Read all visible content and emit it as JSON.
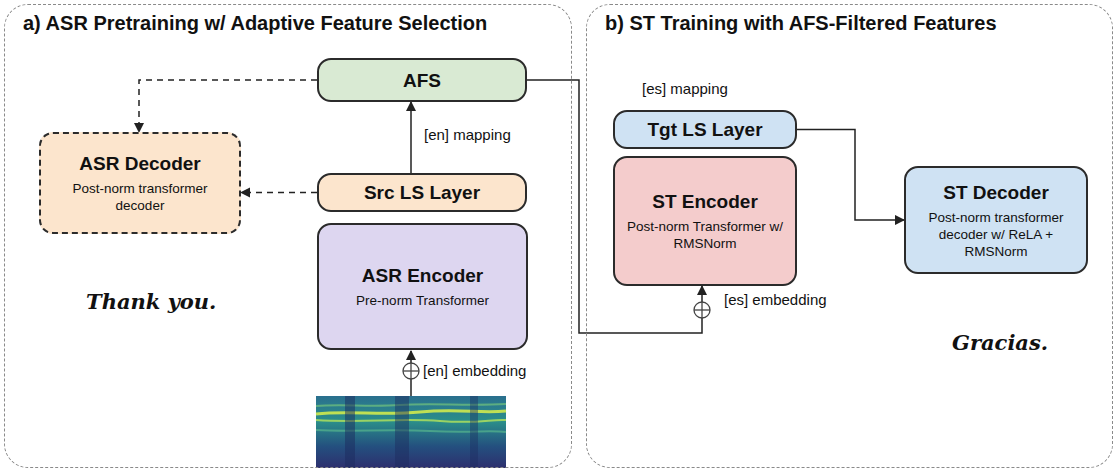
{
  "diagram": {
    "nodes": [
      {
        "text": [
          "a) ASR Pretraining w/ Adaptive Feature Selection"
        ]
      },
      {
        "text": [
          "AFS"
        ],
        "in": 0
      },
      {
        "text": [
          "ASR Decoder",
          "Post-norm transformer decoder"
        ],
        "in": 0
      },
      {
        "text": [
          "Src LS Layer"
        ],
        "in": 0
      },
      {
        "text": [
          "ASR Encoder",
          "Pre-norm Transformer"
        ],
        "in": 0
      },
      {
        "text": [
          "b) ST Training with AFS-Filtered Features"
        ]
      },
      {
        "text": [
          "Tgt LS Layer"
        ],
        "in": 5
      },
      {
        "text": [
          "ST Encoder",
          "Post-norm Transformer w/ RMSNorm"
        ],
        "in": 5
      },
      {
        "text": [
          "ST Decoder",
          "Post-norm transformer decoder w/ ReLA + RMSNorm"
        ],
        "in": 5
      }
    ],
    "edges": [
      {
        "from": 3,
        "to": 1,
        "label": "[en] mapping",
        "arrow": "to"
      },
      {
        "from": 1,
        "to": 2,
        "arrow": "to"
      },
      {
        "from": 3,
        "to": 2,
        "arrow": "to"
      },
      {
        "from": 1,
        "to": 7,
        "label": "[es] embedding",
        "arrow": "to"
      },
      {
        "from": 6,
        "to": 8,
        "arrow": "to"
      }
    ],
    "labels": [
      "[en] embedding",
      "Thank you.",
      "[es] mapping",
      "Gracias."
    ]
  }
}
